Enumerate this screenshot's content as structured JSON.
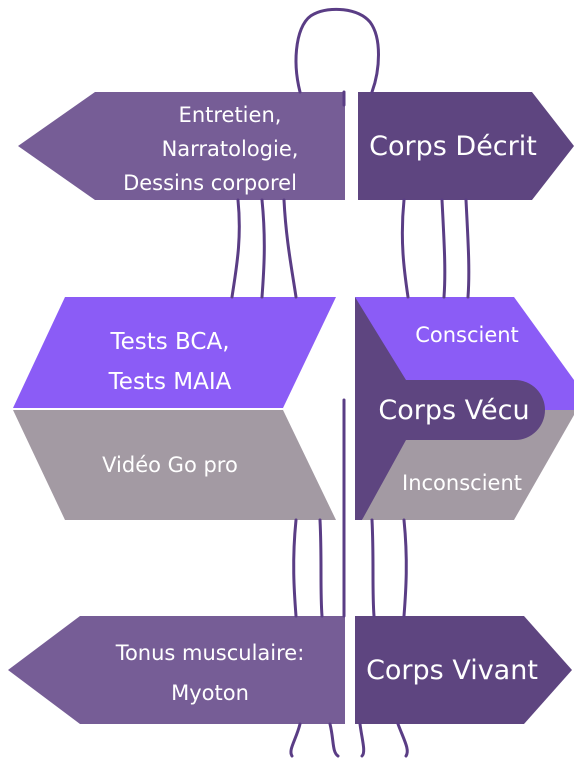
{
  "colors": {
    "dark_purple": "#5e4580",
    "mid_purple": "#765d96",
    "bright_purple": "#8b5cf6",
    "grey_mauve": "#a39aa3",
    "outline": "#5a3d85",
    "text": "#ffffff"
  },
  "row1": {
    "left_line1": "Entretien,",
    "left_line2": "Narratologie,",
    "left_line3": "Dessins corporel",
    "right": "Corps Décrit"
  },
  "row2": {
    "left_top_line1": "Tests BCA,",
    "left_top_line2": "Tests MAIA",
    "left_bottom": "Vidéo Go pro",
    "right_top": "Conscient",
    "right_center": "Corps Vécu",
    "right_bottom": "Inconscient"
  },
  "row3": {
    "left_line1": "Tonus musculaire:",
    "left_line2": "Myoton",
    "right": "Corps Vivant"
  }
}
